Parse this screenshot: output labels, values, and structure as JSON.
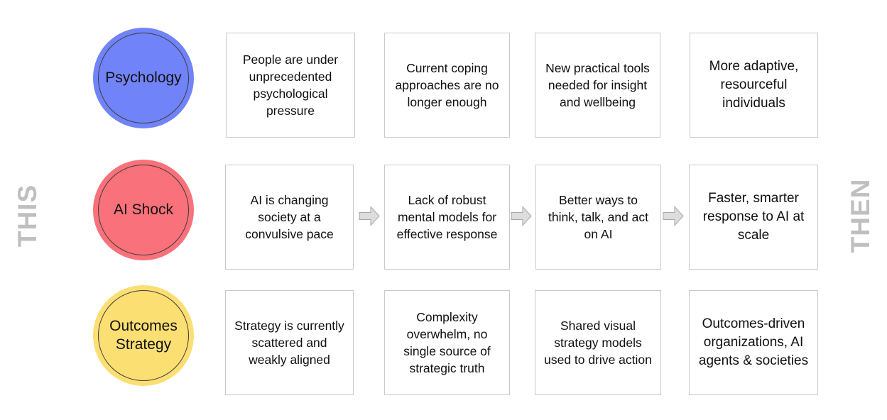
{
  "side_labels": {
    "left": "THIS",
    "right": "THEN"
  },
  "colors": {
    "psychology": "#7183F8",
    "ai_shock": "#F9717A",
    "outcomes_strategy": "#FBDF72",
    "box_border": "#C9C9C9",
    "arrow_fill": "#DDDDDD",
    "arrow_stroke": "#A6A6A6",
    "side_label": "#BFBFBF",
    "text": "#101010",
    "background": "#FFFFFF"
  },
  "rows": [
    {
      "circle_label": "Psychology",
      "circle_color": "#7183F8",
      "has_arrows": false,
      "boxes": [
        "People are under unprecedented psychological pressure",
        "Current coping approaches are no longer enough",
        "New practical tools needed for insight and wellbeing",
        "More adaptive, resourceful individuals"
      ]
    },
    {
      "circle_label": "AI Shock",
      "circle_color": "#F9717A",
      "has_arrows": true,
      "boxes": [
        "AI is changing society at a convulsive pace",
        "Lack of robust mental models for effective response",
        "Better ways to think, talk, and act on AI",
        "Faster, smarter response to AI at scale"
      ]
    },
    {
      "circle_label": "Outcomes Strategy",
      "circle_color": "#FBDF72",
      "has_arrows": false,
      "boxes": [
        "Strategy is currently scattered and weakly aligned",
        "Complexity overwhelm, no single source of strategic truth",
        "Shared visual strategy models used to drive action",
        "Outcomes-driven organizations, AI agents & societies"
      ]
    }
  ],
  "arrow_icon_name": "right-block-arrow-icon"
}
